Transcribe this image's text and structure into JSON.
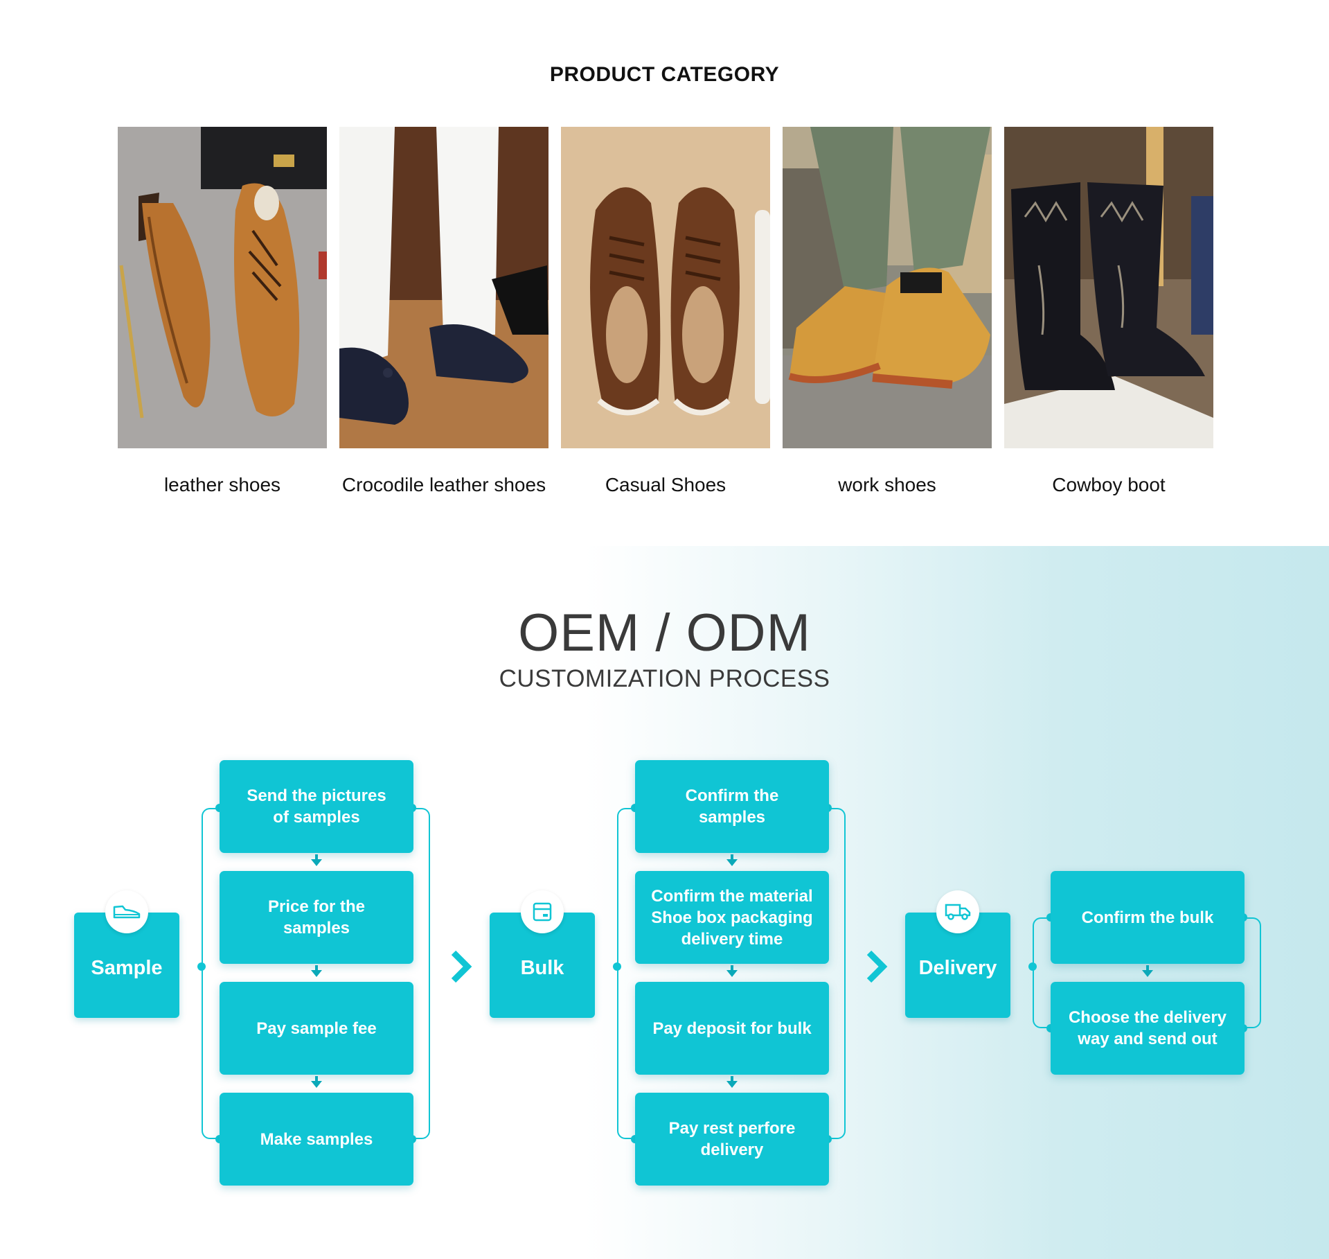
{
  "category": {
    "title": "PRODUCT CATEGORY",
    "items": [
      {
        "label": "leather shoes"
      },
      {
        "label": "Crocodile leather shoes"
      },
      {
        "label": "Casual Shoes"
      },
      {
        "label": "work shoes"
      },
      {
        "label": "Cowboy boot"
      }
    ]
  },
  "oem": {
    "title": "OEM / ODM",
    "subtitle": "CUSTOMIZATION PROCESS",
    "accent": "#10c5d4",
    "stages": [
      {
        "label": "Sample",
        "icon": "shoe-icon",
        "steps": [
          "Send the pictures\nof samples",
          "Price for the\nsamples",
          "Pay sample fee",
          "Make samples"
        ]
      },
      {
        "label": "Bulk",
        "icon": "box-icon",
        "steps": [
          "Confirm the\nsamples",
          "Confirm the material\nShoe box packaging\ndelivery time",
          "Pay deposit for bulk",
          "Pay rest perfore\ndelivery"
        ]
      },
      {
        "label": "Delivery",
        "icon": "truck-icon",
        "steps": [
          "Confirm the bulk",
          "Choose the delivery\nway and send out"
        ]
      }
    ]
  }
}
